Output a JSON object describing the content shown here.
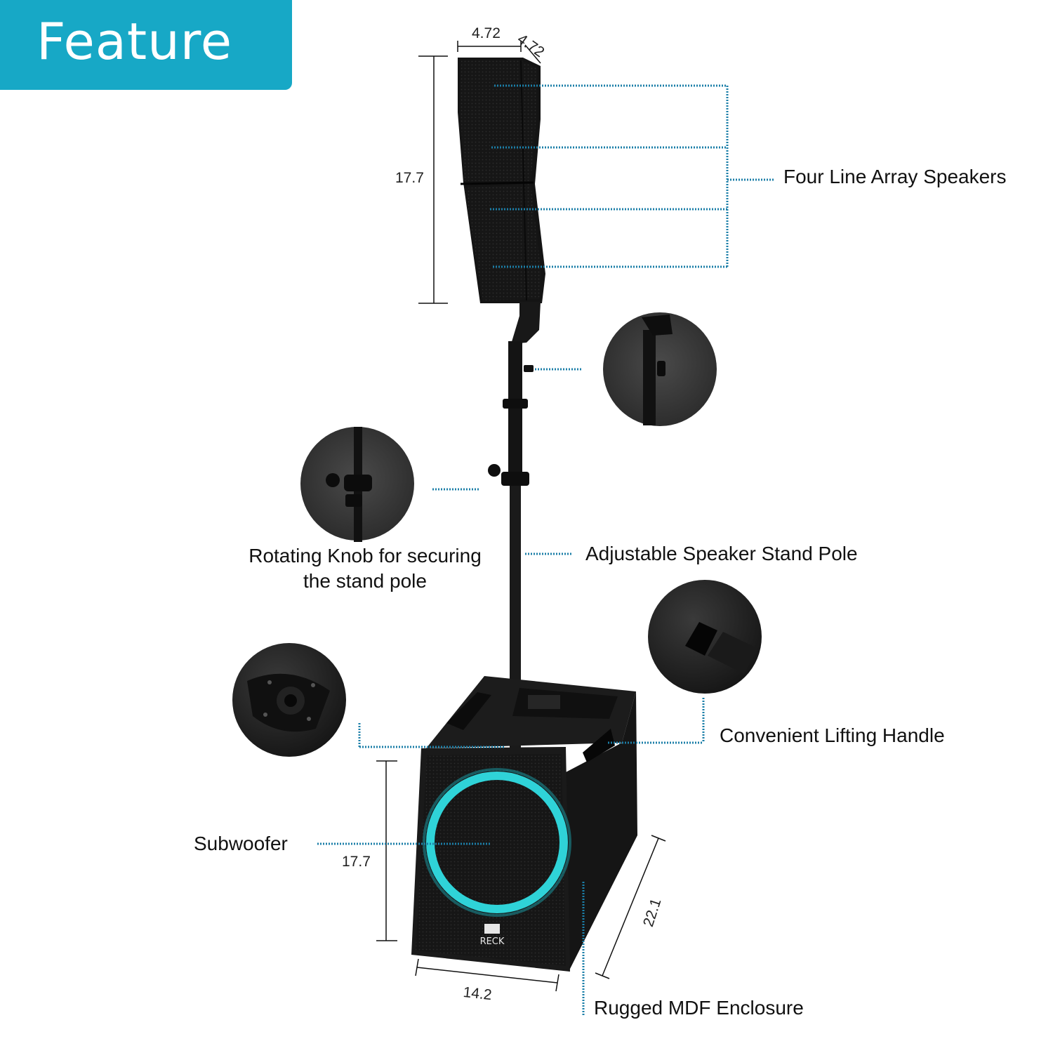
{
  "banner": {
    "title": "Feature",
    "color": "#17a8c6"
  },
  "accent_color": "#1c7fa8",
  "dimensions": {
    "top_width": "4.72",
    "top_depth": "4.72",
    "top_height": "17.7",
    "sub_height": "17.7",
    "sub_width": "14.2",
    "sub_depth": "22.1"
  },
  "features": {
    "line_array": "Four Line Array Speakers",
    "stand_pole": "Adjustable Speaker Stand Pole",
    "knob": [
      "Rotating Knob for securing",
      "the stand pole"
    ],
    "handle": "Convenient Lifting Handle",
    "subwoofer": "Subwoofer",
    "enclosure": "Rugged MDF Enclosure"
  },
  "brand": "RECK",
  "icons": [
    "line-array-speaker-image",
    "stand-pole-image",
    "subwoofer-image",
    "pole-mount-closeup-image",
    "knob-closeup-image",
    "socket-closeup-image",
    "handle-closeup-image"
  ]
}
